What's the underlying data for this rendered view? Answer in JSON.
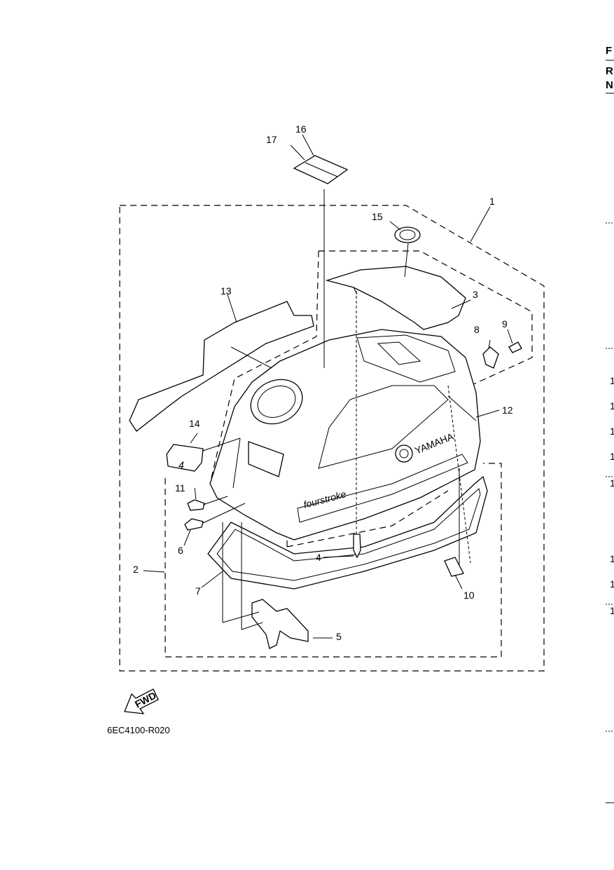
{
  "callouts": [
    "1",
    "2",
    "3",
    "4",
    "5",
    "6",
    "7",
    "8",
    "9",
    "10",
    "11",
    "12",
    "13",
    "14",
    "15",
    "16",
    "17"
  ],
  "brand_text": "YAMAHA",
  "cowling_text": "fourstroke",
  "decal_number": "4",
  "direction_label": "FWD",
  "diagram_code": "6EC4100-R020",
  "right_edge": {
    "header": [
      "F",
      "R",
      "N"
    ],
    "row_numbers": [
      "1",
      "1",
      "1",
      "1",
      "1",
      "1",
      "1",
      "1"
    ]
  }
}
